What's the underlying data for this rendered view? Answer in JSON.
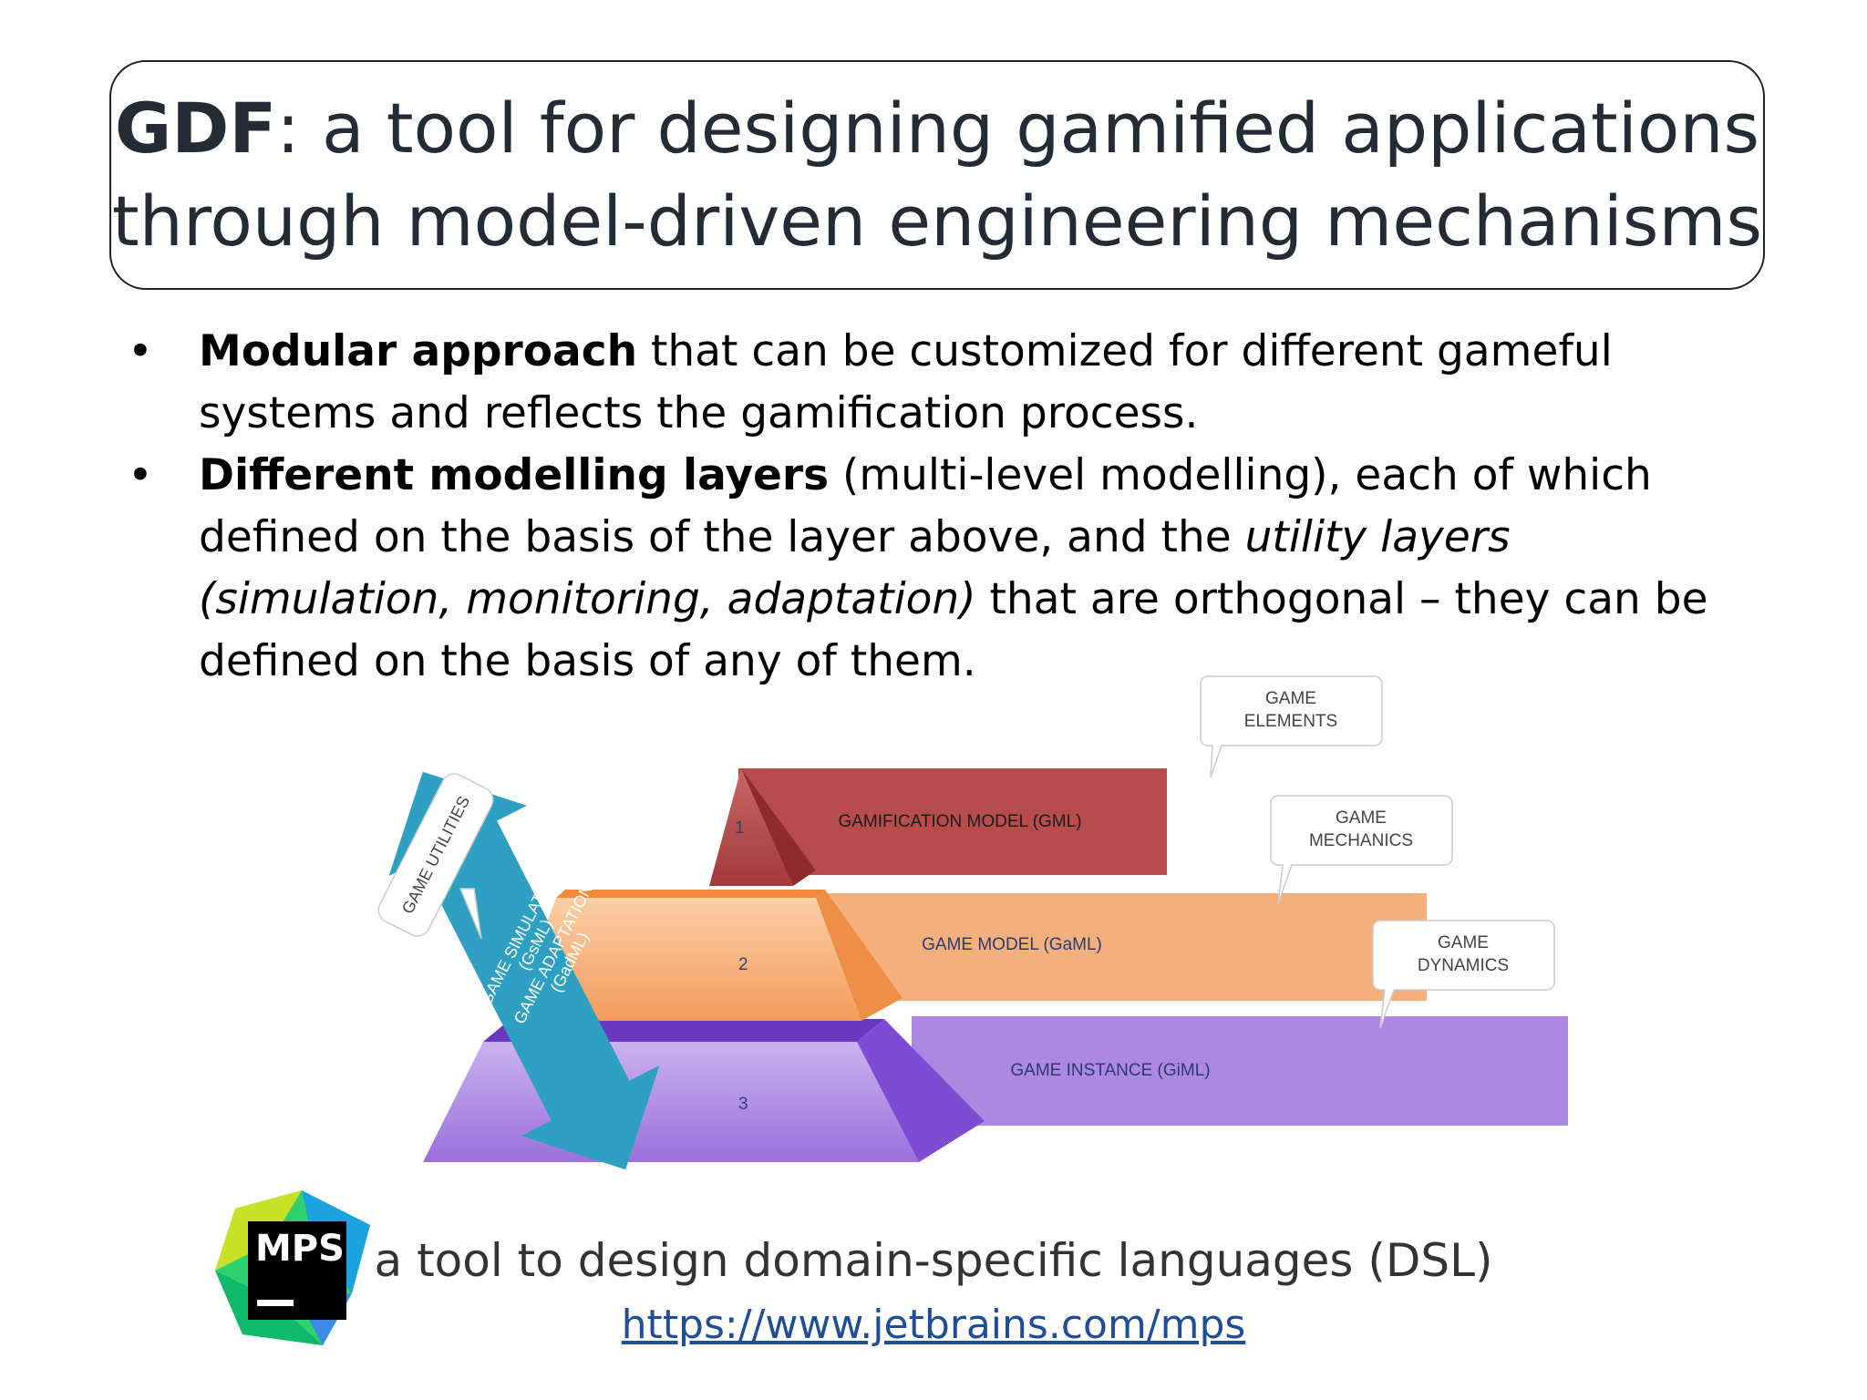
{
  "title": {
    "bold_part": "GDF",
    "line1_rest": ": a tool for designing gamified applications",
    "line2": "through model-driven engineering mechanisms"
  },
  "bullets": [
    {
      "bold": "Modular approach",
      "text": " that can be customized for different gameful systems and reflects the gamification process."
    },
    {
      "bold": "Different modelling layers",
      "text_before_italic": " (multi-level modelling), each of which defined on the basis of the layer above, and the ",
      "italic": "utility layers (simulation, monitoring, adaptation)",
      "text_after_italic": " that are orthogonal – they can be defined on the basis of any of them."
    }
  ],
  "bullet_symbol": "•",
  "diagram": {
    "arrow_labels": [
      "GAME SIMULATION",
      "(GsML)",
      "GAME ADAPTATION",
      "(GadML)"
    ],
    "utilities_callout": "GAME UTILITIES",
    "layers": [
      {
        "number": "1",
        "label": "GAMIFICATION MODEL (GML)",
        "callout_line1": "GAME",
        "callout_line2": "ELEMENTS",
        "color": "#b84b4b"
      },
      {
        "number": "2",
        "label": "GAME MODEL (GaML)",
        "callout_line1": "GAME",
        "callout_line2": "MECHANICS",
        "color": "#f4b07c"
      },
      {
        "number": "3",
        "label": "GAME INSTANCE (GiML)",
        "callout_line1": "GAME",
        "callout_line2": "DYNAMICS",
        "color": "#a882e0"
      }
    ],
    "arrow_color": "#2ea0c2"
  },
  "footer": {
    "logo_text": "MPS",
    "dsl_text": "a tool to design domain-specific languages (DSL)",
    "link": "https://www.jetbrains.com/mps"
  }
}
